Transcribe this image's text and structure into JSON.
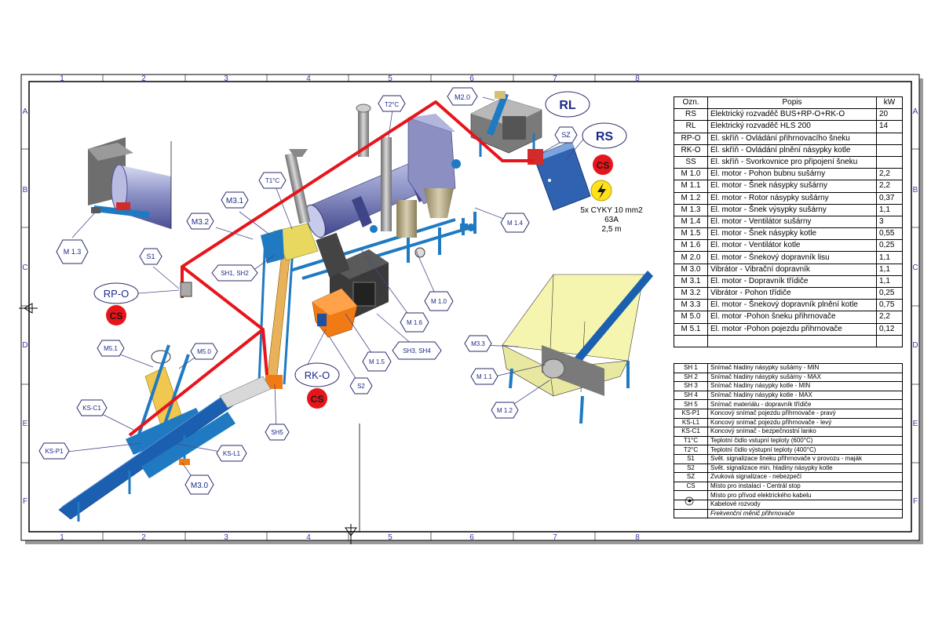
{
  "grid": {
    "cols": [
      "1",
      "2",
      "3",
      "4",
      "5",
      "6",
      "7",
      "8"
    ],
    "rows": [
      "A",
      "B",
      "C",
      "D",
      "E",
      "F"
    ]
  },
  "callouts": {
    "m13": "M 1.3",
    "s1": "S1",
    "rpo": "RP-O",
    "m32": "M3.2",
    "m31": "M3.1",
    "sh12": "SH1, SH2",
    "t1c": "T1°C",
    "t2c": "T2°C",
    "m20": "M2.0",
    "rl": "RL",
    "sz": "SZ",
    "rs": "RS",
    "m14": "M 1.4",
    "m10": "M 1.0",
    "m16": "M 1.6",
    "sh34": "SH3, SH4",
    "m15": "M 1.5",
    "s2": "S2",
    "rko": "RK-O",
    "sh5": "SH5",
    "m51": "M5.1",
    "m50": "M5.0",
    "ksc1": "KS-C1",
    "ksp1": "KS-P1",
    "ksl1": "KS-L1",
    "m30": "M3.0",
    "m33": "M3.3",
    "m11": "M 1.1",
    "m12": "M 1.2"
  },
  "cs_label": "CS",
  "cable": {
    "line1": "5x CYKY 10 mm2",
    "line2": "63A",
    "line3": "2,5 m"
  },
  "table_main": {
    "headers": [
      "Ozn.",
      "Popis",
      "kW"
    ],
    "rows": [
      [
        "RS",
        "Elektrický rozvaděč BUS+RP-O+RK-O",
        "20"
      ],
      [
        "RL",
        "Elektrický rozvaděč HLS 200",
        "14"
      ],
      [
        "RP-O",
        "El. skříň - Ovládání přihrnovacího šneku",
        ""
      ],
      [
        "RK-O",
        "El. skříň - Ovládání plnění násypky kotle",
        ""
      ],
      [
        "SS",
        "El. skříň - Svorkovnice pro připojení šneku",
        ""
      ],
      [
        "M 1.0",
        "El. motor - Pohon bubnu sušárny",
        "2,2"
      ],
      [
        "M 1.1",
        "El. motor - Šnek násypky sušárny",
        "2,2"
      ],
      [
        "M 1.2",
        "El. motor - Rotor násypky sušárny",
        "0,37"
      ],
      [
        "M 1.3",
        "El. motor - Šnek výsypky sušárny",
        "1,1"
      ],
      [
        "M 1.4",
        "El. motor - Ventilátor sušárny",
        "3"
      ],
      [
        "M 1.5",
        "El. motor - Šnek násypky kotle",
        "0,55"
      ],
      [
        "M 1.6",
        "El. motor - Ventilátor kotle",
        "0,25"
      ],
      [
        "M 2.0",
        "El. motor - Šnekový dopravník lisu",
        "1,1"
      ],
      [
        "M 3.0",
        "Vibrátor - Vibrační dopravník",
        "1,1"
      ],
      [
        "M 3.1",
        "El. motor - Dopravník třídiče",
        "1,1"
      ],
      [
        "M 3.2",
        "Vibrátor - Pohon třídiče",
        "0,25"
      ],
      [
        "M 3.3",
        "El. motor - Šnekový dopravník plnění kotle",
        "0,75"
      ],
      [
        "M 5.0",
        "El. motor -Pohon šneku přihrnovače",
        "2,2"
      ],
      [
        "M 5.1",
        "El. motor -Pohon pojezdu přihrnovače",
        "0,12"
      ]
    ]
  },
  "table_sensors": {
    "rows": [
      [
        "SH 1",
        "Snímač hladiny násypky sušárny - MIN"
      ],
      [
        "SH 2",
        "Snímač hladiny násypky sušárny - MAX"
      ],
      [
        "SH 3",
        "Snímač hladiny násypky kotle     - MIN"
      ],
      [
        "SH 4",
        "Snímač hladiny násypky kotle     - MAX"
      ],
      [
        "SH 5",
        "Snímač materiálu - dopravník třídiče"
      ],
      [
        "KS-P1",
        "Koncový snímač pojezdu přihrnovače - pravý"
      ],
      [
        "KS-L1",
        "Koncový snímač pojezdu přihrnovače - levý"
      ],
      [
        "KS-C1",
        "Koncový snímač - bezpečnostní lanko"
      ],
      [
        "T1°C",
        "Teplotní čidlo vstupní teploty   (600°C)"
      ],
      [
        "T2°C",
        "Teplotní čidlo výstupní teploty (400°C)"
      ],
      [
        "S1",
        "Svět. signalizace šneku přihrnovače v provozu - maják"
      ],
      [
        "S2",
        "Svět. signalizace min. hladiny násypky kotle"
      ],
      [
        "SZ",
        "Zvuková signalizace - nebezpečí"
      ],
      [
        "CS",
        "Místo pro instalaci - Centrál stop"
      ],
      [
        "",
        "Místo pro přívod elektrického kabelu"
      ],
      [
        "",
        "Kabelové rozvody"
      ],
      [
        "",
        "Frekvenční měnič přihrnovače"
      ]
    ]
  },
  "colors": {
    "cable": "#e8141b",
    "steel": "#1f7ac2",
    "conveyor": "#1b5fb0",
    "hopper": "#f5f5b0",
    "boiler_orange": "#f07a14",
    "cs_red": "#e8141b",
    "hazard_yellow": "#ffe21a",
    "callout_text": "#1a2a8a"
  }
}
